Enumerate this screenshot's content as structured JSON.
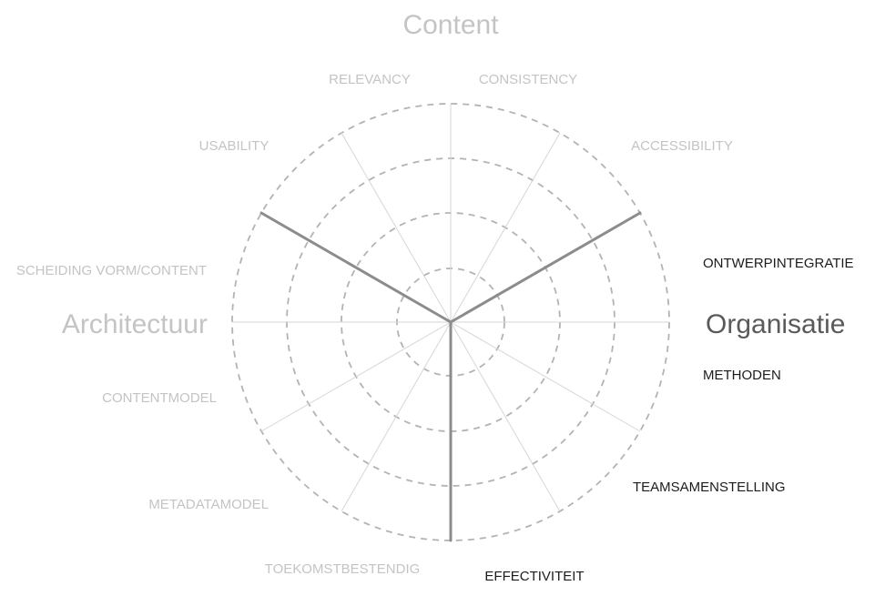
{
  "diagram": {
    "groups": {
      "content": "Content",
      "architectuur": "Architectuur",
      "organisatie": "Organisatie"
    },
    "items": {
      "relevancy": "RELEVANCY",
      "consistency": "CONSISTENCY",
      "usability": "USABILITY",
      "accessibility": "ACCESSIBILITY",
      "scheiding": "SCHEIDING VORM/CONTENT",
      "ontwerpintegratie": "ONTWERPINTEGRATIE",
      "methoden": "METHODEN",
      "contentmodel": "CONTENTMODEL",
      "teamsamenstelling": "TEAMSAMENSTELLING",
      "metadatamodel": "METADATAMODEL",
      "toekomstbestendig": "TOEKOMSTBESTENDIG",
      "effectiviteit": "EFFECTIVITEIT"
    },
    "colors": {
      "inactive_text": "#c4c4c4",
      "active_text": "#1c1c1c",
      "active_group": "#5a5a5a",
      "rings": "#b3b3b3",
      "spokes": "#d6d6d6",
      "highlight": "#8c8c8c"
    }
  }
}
